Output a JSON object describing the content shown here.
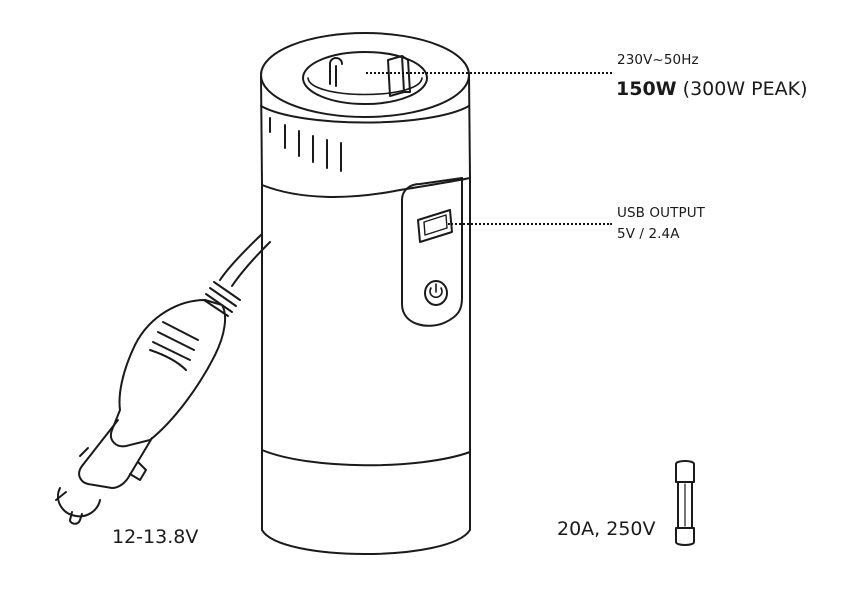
{
  "ac_output": {
    "voltage": "230V~50Hz",
    "power": "150W",
    "peak": "(300W PEAK)"
  },
  "usb_output": {
    "title": "USB OUTPUT",
    "spec": "5V / 2.4A"
  },
  "input": {
    "voltage": "12-13.8V"
  },
  "fuse": {
    "rating": "20A, 250V"
  },
  "icons": [
    "ac-socket-icon",
    "usb-port-icon",
    "power-button-icon",
    "car-plug-icon",
    "fuse-icon"
  ],
  "colors": {
    "line": "#1a1a1a",
    "background": "#ffffff"
  }
}
